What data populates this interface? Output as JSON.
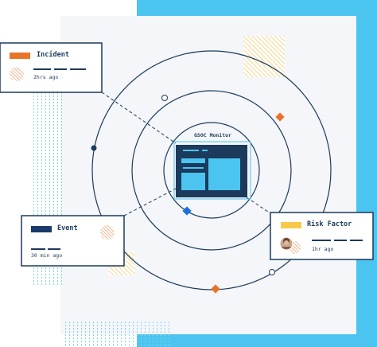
{
  "monitor": {
    "title": "GSOC Monitor"
  },
  "cards": {
    "incident": {
      "title": "Incident",
      "time": "2hrs ago",
      "pill_color": "#e8742a"
    },
    "event": {
      "title": "Event",
      "time": "30 min ago",
      "pill_color": "#1b3a6b"
    },
    "risk": {
      "title": "Risk Factor",
      "time": "1hr ago",
      "pill_color": "#f7c948"
    }
  },
  "colors": {
    "navy": "#1b3a5c",
    "sky": "#4cc4f0",
    "orange": "#e8742a",
    "yellow": "#f2c75c",
    "panel": "#f4f6f9"
  },
  "icons": [
    "avatar-photo-icon",
    "hatched-circle-icon",
    "diamond-marker-icon",
    "circle-marker-icon"
  ]
}
